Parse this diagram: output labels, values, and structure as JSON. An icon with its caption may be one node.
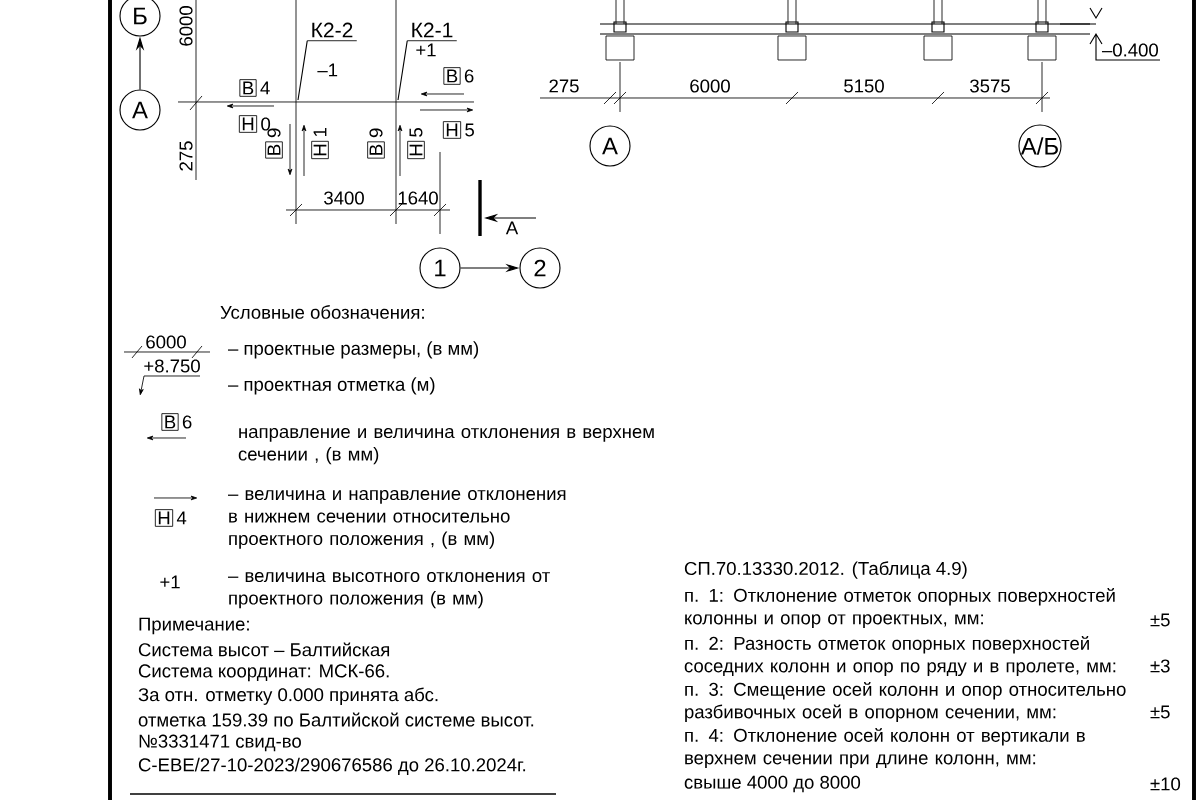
{
  "diagram": {
    "nodes": [
      {
        "text": [
          "Б"
        ]
      },
      {
        "text": [
          "А"
        ]
      },
      {
        "text": [
          "К2-2"
        ],
        "beside": [
          "–1"
        ]
      },
      {
        "text": [
          "К2-1"
        ],
        "beside": [
          "+1"
        ]
      },
      {
        "text": [
          "В"
        ],
        "beside": [
          "4"
        ]
      },
      {
        "text": [
          "Н"
        ],
        "beside": [
          "0"
        ]
      },
      {
        "text": [
          "В"
        ],
        "beside": [
          "6"
        ]
      },
      {
        "text": [
          "Н"
        ],
        "beside": [
          "5"
        ]
      },
      {
        "text": [
          "В"
        ],
        "beside": [
          "9"
        ]
      },
      {
        "text": [
          "Н"
        ],
        "beside": [
          "1"
        ]
      },
      {
        "text": [
          "В"
        ],
        "beside": [
          "9"
        ]
      },
      {
        "text": [
          "Н"
        ],
        "beside": [
          "5"
        ]
      },
      {
        "text": [
          "1"
        ]
      },
      {
        "text": [
          "2"
        ]
      },
      {
        "text": [
          "А"
        ]
      },
      {
        "text": [
          "А/Б"
        ]
      },
      {
        "text": [
          "В"
        ],
        "beside": [
          "6"
        ]
      },
      {
        "text": [
          "Н"
        ],
        "beside": [
          "4"
        ]
      }
    ],
    "edges": [
      {
        "from": 1,
        "to": 0,
        "arrow": "to"
      },
      {
        "from": 12,
        "to": 13,
        "arrow": "to"
      },
      {
        "from": 2,
        "to": null,
        "arrow": "none"
      },
      {
        "from": 3,
        "to": null,
        "arrow": "none"
      }
    ],
    "labels": [
      "6000",
      "275",
      "3400",
      "1640",
      "А",
      "275",
      "6000",
      "5150",
      "3575",
      "–0.400",
      "Условные обозначения:",
      "6000",
      "+8.750",
      "+1",
      "Примечание:",
      "Система высот – Балтийская",
      "Система координат: МСК-66.",
      "За отн. отметку 0.000 принята абс.",
      "отметка 159.39 по Балтийской системе высот.",
      "№3331471 свид-во",
      "С-ЕВЕ/27-10-2023/290676586 до 26.10.2024г.",
      "СП.70.13330.2012. (Таблица 4.9)",
      "п. 1: Отклонение отметок опорных поверхностей колонны и опор от проектных, мм:",
      "±5",
      "п. 2: Разность отметок опорных поверхностей соседних колонн и опор по ряду и в пролете, мм:",
      "±3",
      "п. 3: Смещение осей колонн и опор относительно разбивочных осей в опорном сечении, мм:",
      "±5",
      "п. 4: Отклонение осей колонн от вертикали в верхнем сечении при длине колонн, мм:",
      "свыше 4000 до 8000",
      "±10"
    ],
    "legend": [
      {
        "text": "– проектные размеры, (в мм)"
      },
      {
        "text": "– проектная отметка (м)"
      },
      {
        "text": "направление и величина отклонения в верхнем сечении , (в мм)"
      },
      {
        "text": "– величина и направление отклонения в нижнем сечении относительно проектного положения , (в мм)"
      },
      {
        "text": "– величина высотного отклонения от проектного положения (в мм)"
      }
    ]
  }
}
